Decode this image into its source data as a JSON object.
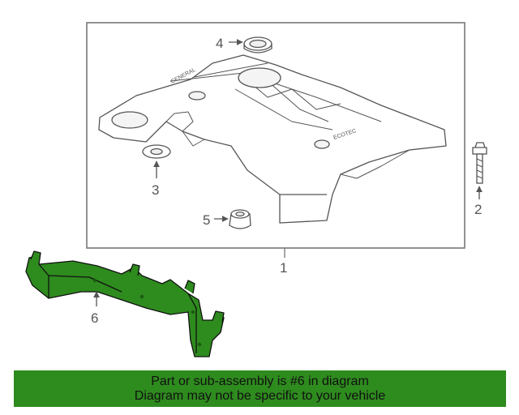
{
  "diagram": {
    "callouts": [
      "1",
      "2",
      "3",
      "4",
      "5",
      "6"
    ],
    "highlight_color": "#2e8b1e",
    "line_color": "#555555"
  },
  "notice": {
    "line1": "Part or sub-assembly is #6 in diagram",
    "line2": "Diagram may not be specific to your vehicle",
    "background": "#2e8b1e"
  }
}
